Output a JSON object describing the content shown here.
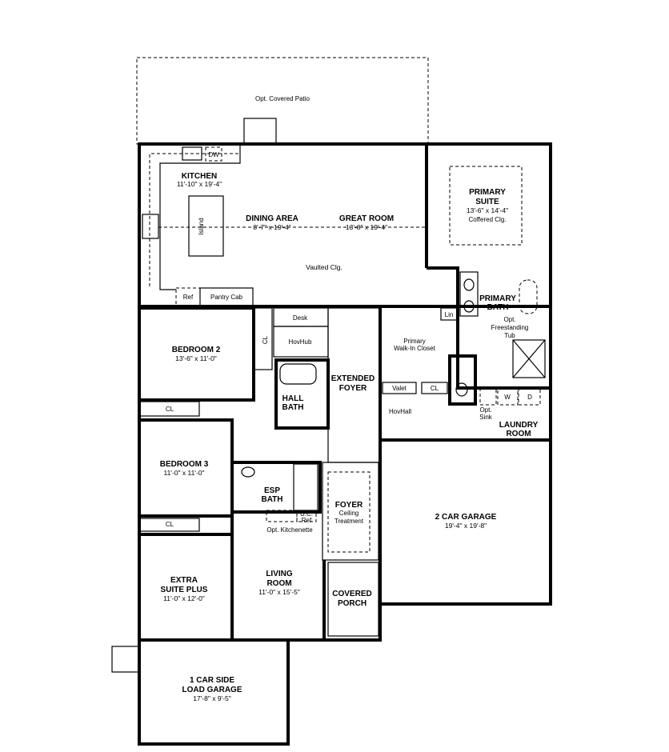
{
  "plan": {
    "patio": "Opt. Covered Patio",
    "kitchen": {
      "name": "KITCHEN",
      "dims": "11'-10\" x 19'-4\"",
      "island": "Island",
      "dw": "DW",
      "ref": "Ref",
      "pantry": "Pantry Cab"
    },
    "dining": {
      "name": "DINING AREA",
      "dims": "8'-7\" x 19'-4\""
    },
    "great_room": {
      "name": "GREAT ROOM",
      "dims": "13'-8\" x 19'-4\"",
      "ceiling": "Vaulted Clg."
    },
    "primary_suite": {
      "name1": "PRIMARY",
      "name2": "SUITE",
      "dims": "13'-6\" x 14'-4\"",
      "ceiling": "Coffered Clg."
    },
    "primary_bath": {
      "name1": "PRIMARY",
      "name2": "BATH",
      "tub1": "Opt.",
      "tub2": "Freestanding",
      "tub3": "Tub",
      "lin": "Lin"
    },
    "bedroom2": {
      "name": "BEDROOM 2",
      "dims": "13'-6\" x 11'-0\"",
      "cl": "CL"
    },
    "desk": "Desk",
    "hovhub": "HovHub",
    "hall_bath": {
      "name1": "HALL",
      "name2": "BATH"
    },
    "extended_foyer": {
      "name1": "EXTENDED",
      "name2": "FOYER"
    },
    "walk_in": {
      "name1": "Primary",
      "name2": "Walk-In Closet"
    },
    "valet": "Valet",
    "cl": "CL",
    "hovhall": "HovHall",
    "laundry": {
      "name1": "LAUNDRY",
      "name2": "ROOM",
      "w": "W",
      "d": "D",
      "sink1": "Opt.",
      "sink2": "Sink"
    },
    "bedroom3": {
      "name": "BEDROOM 3",
      "dims": "11'-0\" x 11'-0\"",
      "cl": "CL"
    },
    "esp_bath": {
      "name1": "ESP",
      "name2": "BATH",
      "kitchenette": "Opt. Kitchenette",
      "uc1": "U.C.",
      "uc2": "Ref"
    },
    "foyer": {
      "name1": "FOYER",
      "name2": "Ceiling",
      "name3": "Treatment"
    },
    "garage2": {
      "name": "2 CAR GARAGE",
      "dims": "19'-4\" x 19'-8\""
    },
    "extra_suite": {
      "name1": "EXTRA",
      "name2": "SUITE PLUS",
      "dims": "11'-0\" x 12'-0\""
    },
    "living": {
      "name1": "LIVING",
      "name2": "ROOM",
      "dims": "11'-0\" x 15'-5\""
    },
    "porch": {
      "name1": "COVERED",
      "name2": "PORCH"
    },
    "garage1": {
      "name1": "1 CAR SIDE",
      "name2": "LOAD GARAGE",
      "dims": "17'-8\" x 9'-5\""
    }
  }
}
